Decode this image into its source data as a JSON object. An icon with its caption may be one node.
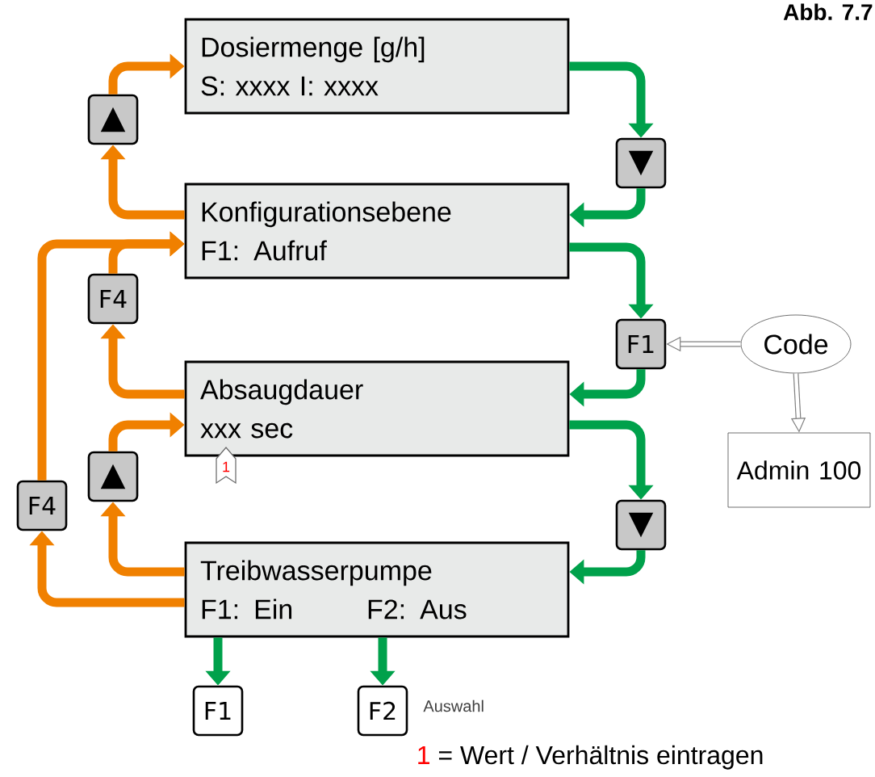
{
  "diagram": {
    "title": "Abb. 7.7",
    "nodes": [
      {
        "text": [
          "Dosiermenge [g/h]",
          "S: xxxx   I: xxxx"
        ]
      },
      {
        "text": [
          "Konfigurationsebene",
          "F1: Aufruf"
        ]
      },
      {
        "text": [
          "Absaugdauer",
          "xxx sec"
        ],
        "beside": [
          "1"
        ]
      },
      {
        "text": [
          "Treibwasserpumpe",
          "F1: Ein",
          "F2: Aus"
        ]
      },
      {
        "text": [
          "▲"
        ]
      },
      {
        "text": [
          "▼"
        ]
      },
      {
        "text": [
          "F4"
        ]
      },
      {
        "text": [
          "F1"
        ]
      },
      {
        "text": [
          "Code"
        ]
      },
      {
        "text": [
          "Admin 100"
        ]
      },
      {
        "text": [
          "▲"
        ]
      },
      {
        "text": [
          "F4"
        ]
      },
      {
        "text": [
          "▼"
        ]
      },
      {
        "text": [
          "F1"
        ]
      },
      {
        "text": [
          "F2"
        ],
        "beside": [
          "Auswahl"
        ]
      }
    ],
    "edges": [
      {
        "from": 1,
        "to": 4,
        "arrow": "to",
        "color": "#f08000"
      },
      {
        "from": 4,
        "to": 0,
        "arrow": "to",
        "color": "#f08000"
      },
      {
        "from": 0,
        "to": 5,
        "arrow": "to",
        "color": "#00a14b"
      },
      {
        "from": 5,
        "to": 1,
        "arrow": "to",
        "color": "#00a14b"
      },
      {
        "from": 11,
        "to": 1,
        "arrow": "to",
        "color": "#f08000"
      },
      {
        "from": 6,
        "to": 1,
        "arrow": "to",
        "color": "#f08000"
      },
      {
        "from": 1,
        "to": 7,
        "arrow": "to",
        "color": "#00a14b"
      },
      {
        "from": 8,
        "to": 7,
        "arrow": "to",
        "color": "#808080"
      },
      {
        "from": 8,
        "to": 9,
        "arrow": "to",
        "color": "#808080"
      },
      {
        "from": 2,
        "to": 6,
        "arrow": "to",
        "color": "#f08000"
      },
      {
        "from": 7,
        "to": 2,
        "arrow": "to",
        "color": "#00a14b"
      },
      {
        "from": 10,
        "to": 2,
        "arrow": "to",
        "color": "#f08000"
      },
      {
        "from": 2,
        "to": 12,
        "arrow": "to",
        "color": "#00a14b"
      },
      {
        "from": 3,
        "to": 10,
        "arrow": "to",
        "color": "#f08000"
      },
      {
        "from": 3,
        "to": 11,
        "arrow": "to",
        "color": "#f08000"
      },
      {
        "from": 12,
        "to": 3,
        "arrow": "to",
        "color": "#00a14b"
      },
      {
        "from": 3,
        "to": 13,
        "arrow": "to",
        "color": "#00a14b"
      },
      {
        "from": 3,
        "to": 14,
        "arrow": "to",
        "color": "#00a14b"
      }
    ],
    "labels": [
      "1",
      "= Wert / Verhältnis eintragen"
    ]
  }
}
